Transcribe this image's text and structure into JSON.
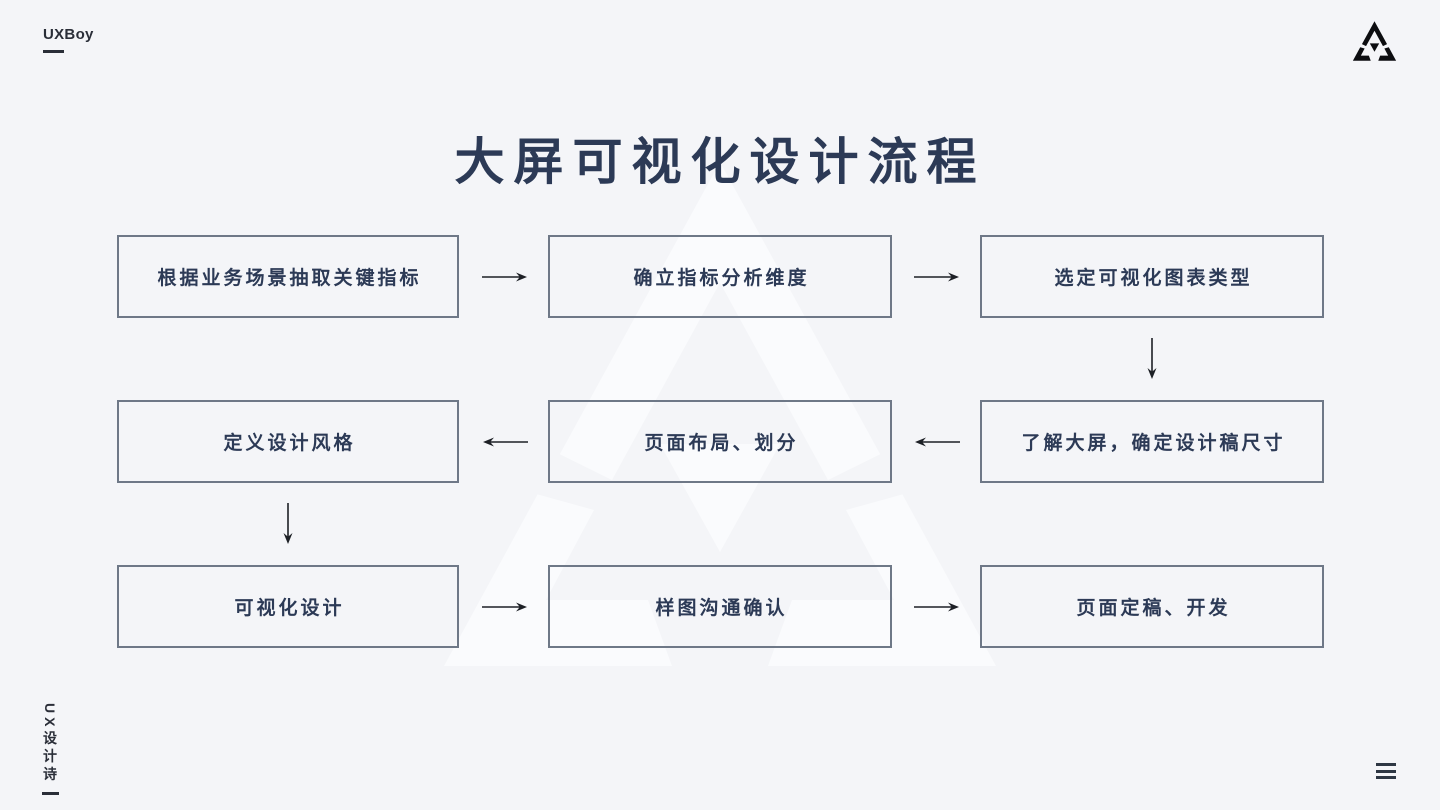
{
  "brand": {
    "name": "UXBoy",
    "footer_vertical": "UX设计诗"
  },
  "title": "大屏可视化设计流程",
  "flow": {
    "rows": [
      {
        "direction": "right",
        "boxes": [
          "根据业务场景抽取关键指标",
          "确立指标分析维度",
          "选定可视化图表类型"
        ]
      },
      {
        "direction": "left",
        "boxes": [
          "定义设计风格",
          "页面布局、划分",
          "了解大屏，确定设计稿尺寸"
        ]
      },
      {
        "direction": "right",
        "boxes": [
          "可视化设计",
          "样图沟通确认",
          "页面定稿、开发"
        ]
      }
    ],
    "connections": [
      "step1→step2",
      "step2→step3",
      "step3↓step4",
      "step4→step5",
      "step5→step6",
      "step6↓step7",
      "step7→step8",
      "step8→step9"
    ]
  },
  "icons": {
    "logo": "triangle-logo-icon",
    "watermark": "triangle-logo-watermark",
    "menu": "hamburger-menu-icon"
  },
  "colors": {
    "background": "#f4f5f8",
    "watermark": "#fafbfd",
    "box_border": "#6e7887",
    "text_navy": "#2c3a56",
    "arrow": "#1d2026",
    "logo_black": "#0c0d10"
  }
}
